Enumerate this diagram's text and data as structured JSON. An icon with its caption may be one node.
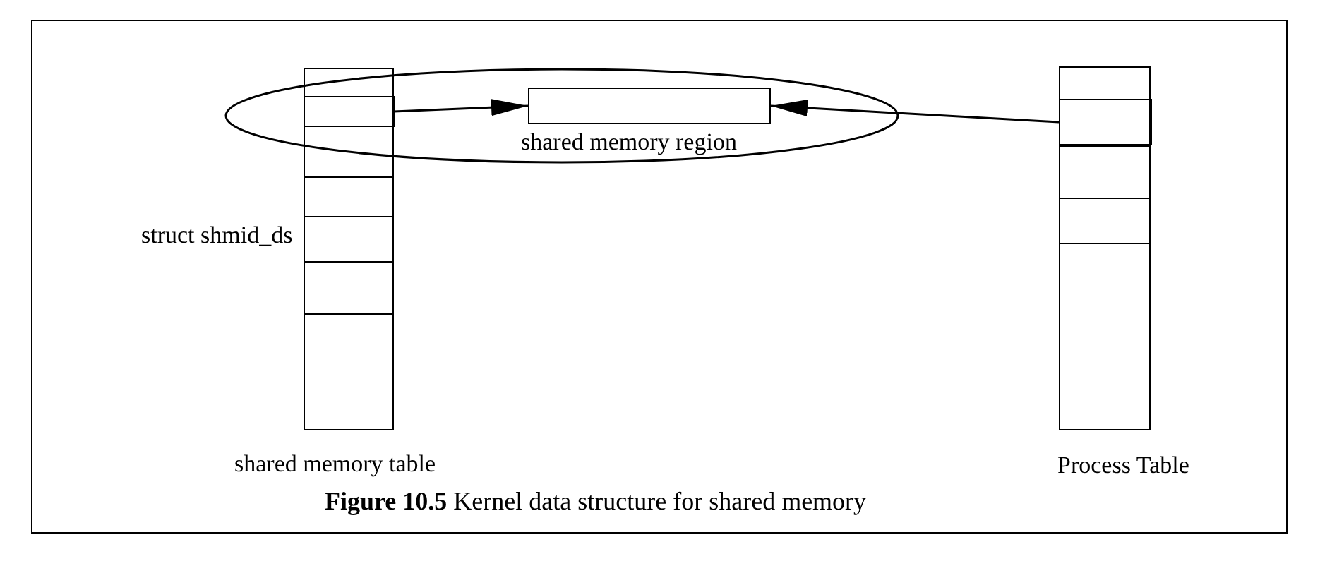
{
  "diagram": {
    "caption": "**Figure 10.5** Kernel data structure for shared memory",
    "nodes": [
      {
        "text": [
          "shared memory table"
        ]
      },
      {
        "text": [],
        "shape": "box",
        "in": 0
      },
      {
        "text": [
          "shared memory region"
        ]
      },
      {
        "text": [
          "Process Table"
        ]
      },
      {
        "text": [],
        "shape": "box",
        "in": 3
      }
    ],
    "edges": [
      {
        "from": 1,
        "to": 2,
        "arrow": "to"
      },
      {
        "from": 4,
        "to": 2,
        "arrow": "to"
      }
    ],
    "labels": [
      "struct shmid_ds"
    ]
  }
}
